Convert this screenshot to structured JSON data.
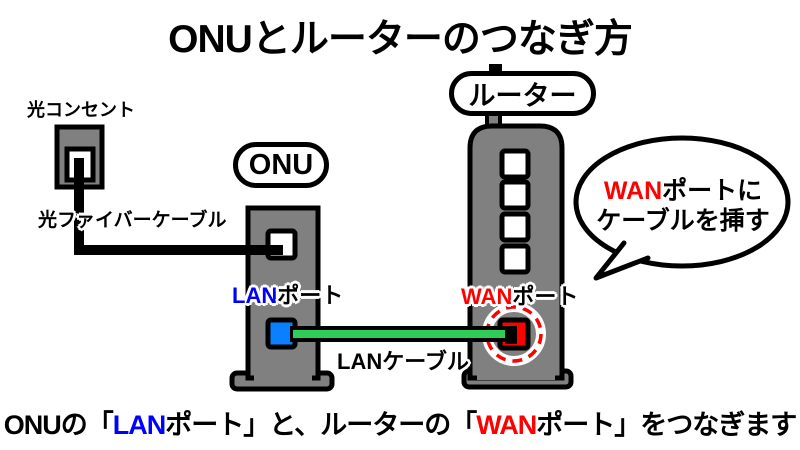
{
  "title": "ONUとルーターのつなぎ方",
  "colors": {
    "device_gray": "#808080",
    "outline_black": "#000000",
    "lan_text_blue": "#0000ff",
    "lan_port_blue": "#0a80ff",
    "wan_red": "#ff0000",
    "cable_green": "#2ecc58",
    "background": "#ffffff"
  },
  "optical_outlet": {
    "label": "光コンセント"
  },
  "fiber_cable": {
    "label": "光ファイバーケーブル"
  },
  "onu": {
    "label": "ONU",
    "lan_port": {
      "prefix": "LAN",
      "suffix": "ポート"
    }
  },
  "router": {
    "label": "ルーター",
    "indicator_count": 4,
    "wan_port": {
      "prefix": "WAN",
      "suffix": "ポート"
    }
  },
  "lan_cable": {
    "label": "LANケーブル"
  },
  "speech_bubble": {
    "line1_highlight": "WAN",
    "line1_rest": "ポートに",
    "line2": "ケーブルを挿す"
  },
  "caption": {
    "part1": "ONUの「",
    "lan": "LAN",
    "part2": "ポート」と、ルーターの「",
    "wan": "WAN",
    "part3": "ポート」をつなぎます"
  }
}
